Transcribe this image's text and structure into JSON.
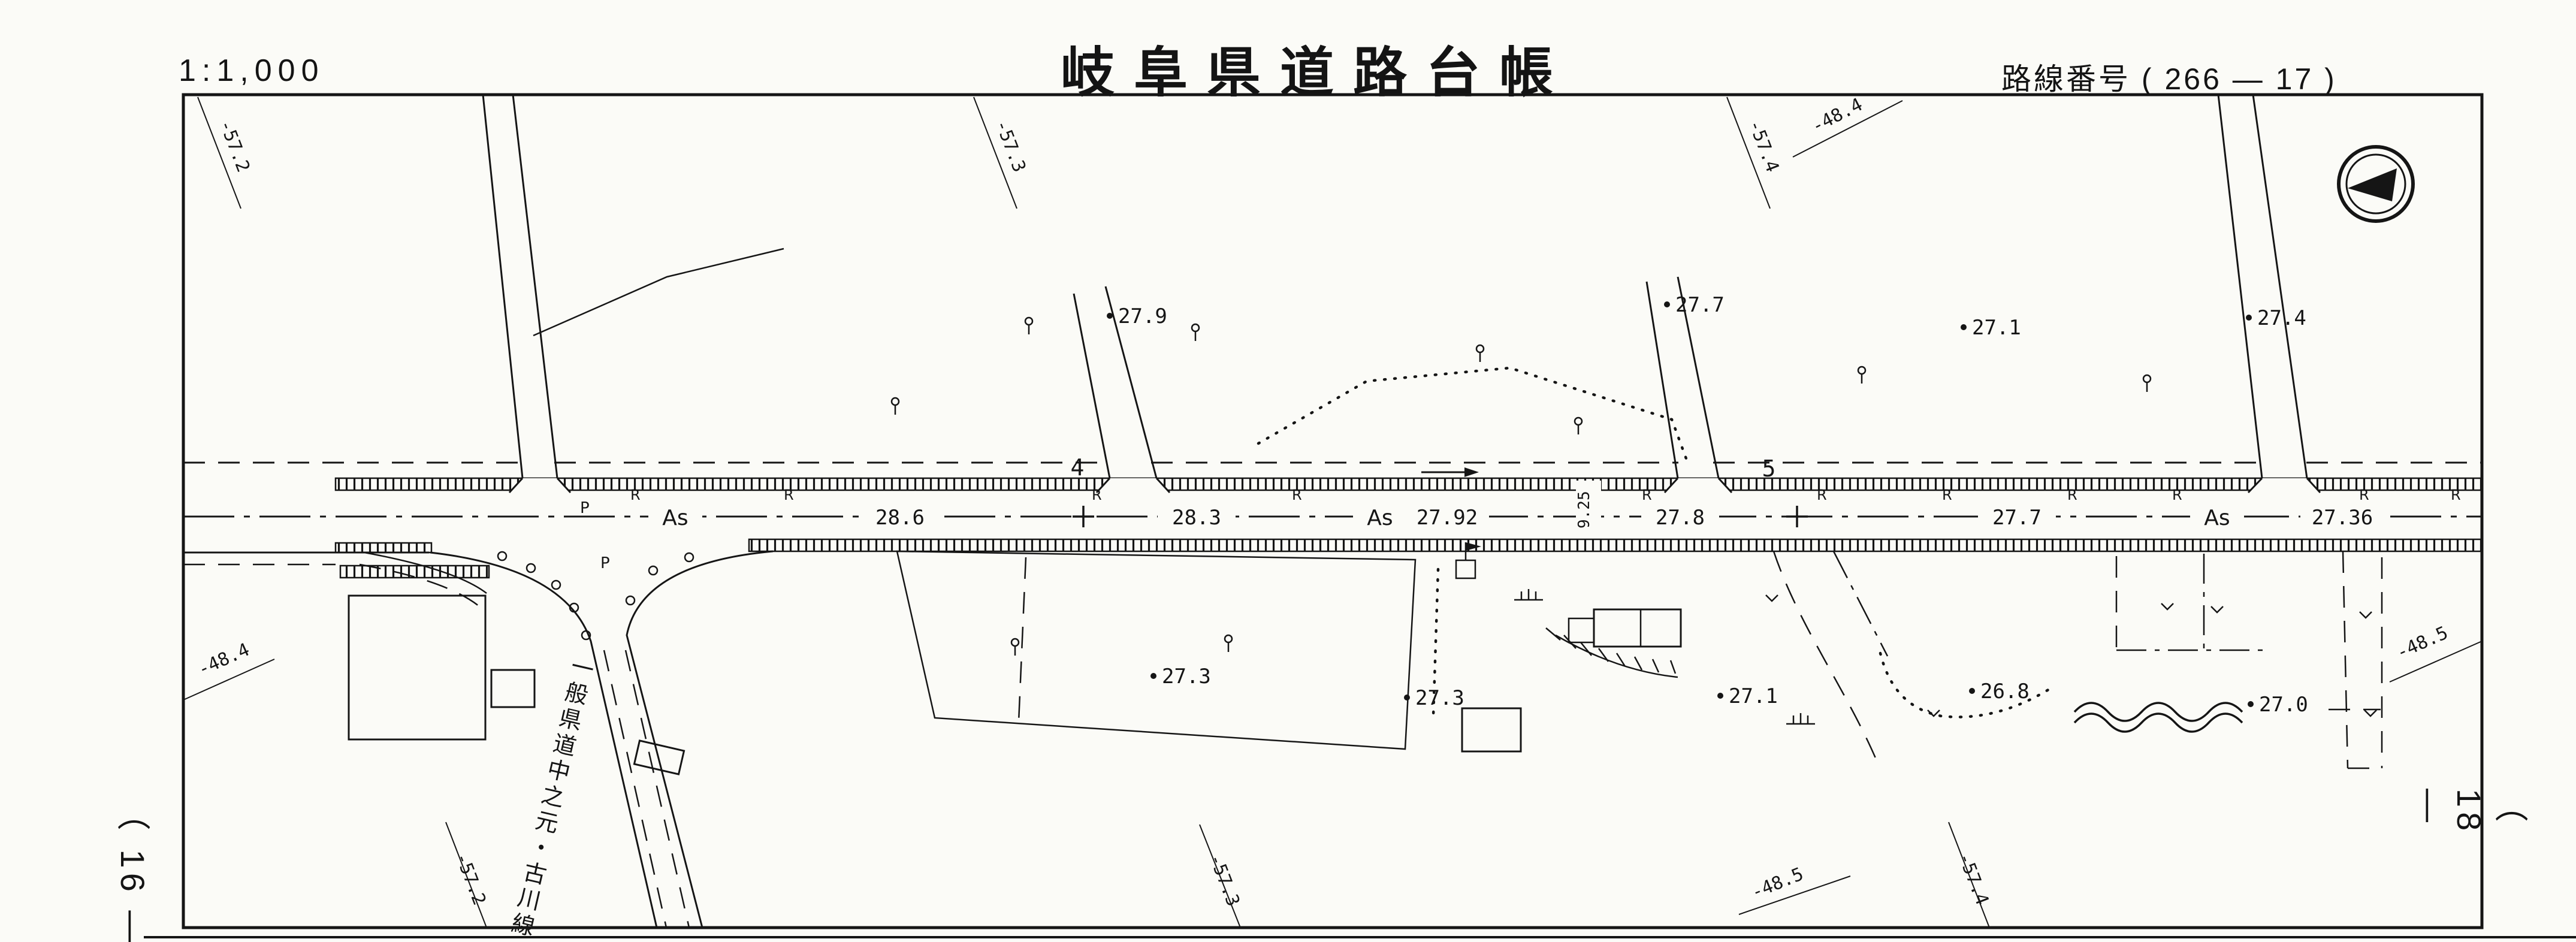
{
  "header": {
    "scale": "1:1,000",
    "title": "岐阜県道路台帳",
    "route_label": "路線番号",
    "route_value": "( 266 — 17 )"
  },
  "sheet": {
    "left_number": "（ 16 ―",
    "right_number": "（ 18 ―"
  },
  "road": {
    "name": "一般県道中之元・古川線",
    "surface": "As",
    "r_mark": "R",
    "pole_mark": "P",
    "widths": [
      "28.6",
      "28.3",
      "27.92",
      "27.8",
      "27.7",
      "27.36"
    ],
    "cross_width": "9.25",
    "stations": [
      "4",
      "5"
    ]
  },
  "elevations": [
    "27.9",
    "27.7",
    "27.1",
    "27.4",
    "27.3",
    "27.3",
    "27.1",
    "26.8",
    "27.0"
  ],
  "grid_refs": {
    "v": [
      "-57.2",
      "-57.3",
      "-57.4"
    ],
    "h": [
      "-48.4",
      "-48.5"
    ]
  }
}
